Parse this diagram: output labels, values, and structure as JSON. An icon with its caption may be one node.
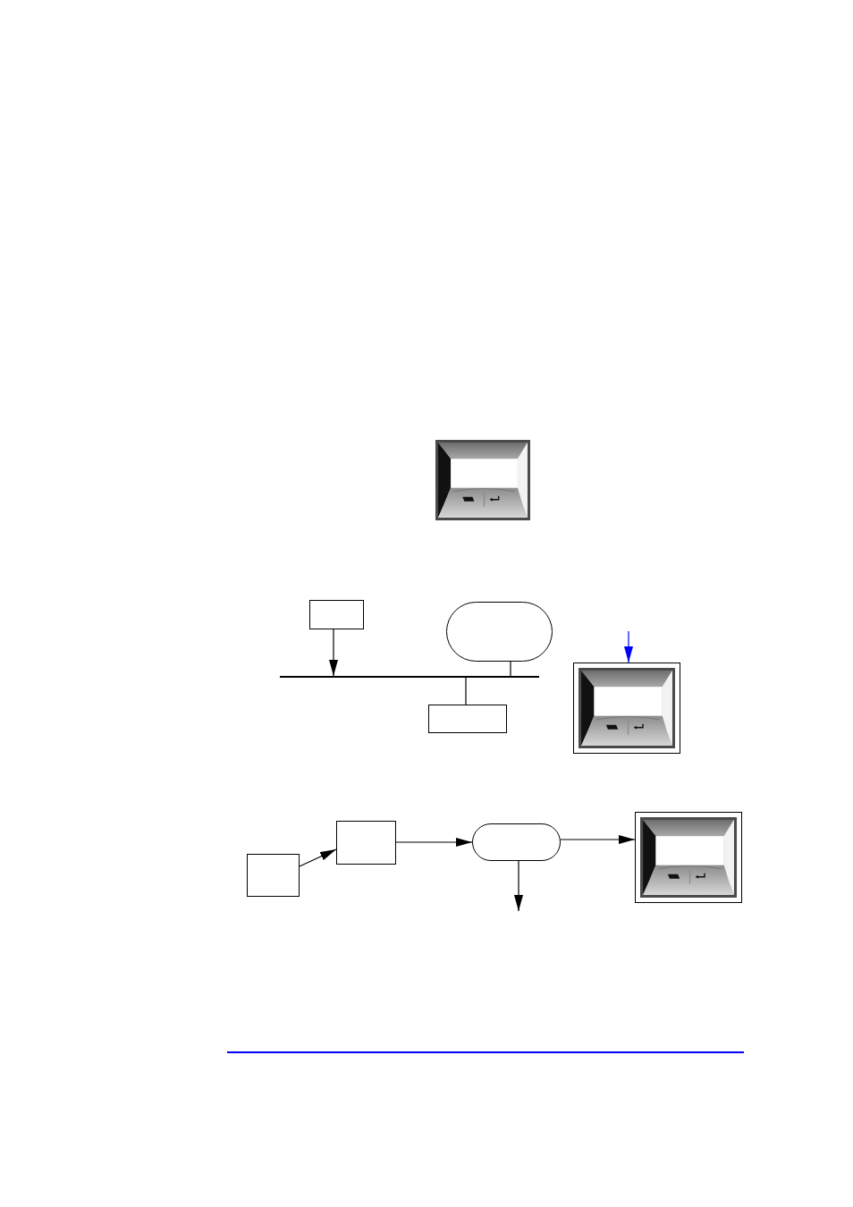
{
  "diagram": {
    "nodes": [
      {
        "text": [],
        "shape": "picture"
      },
      {
        "text": [],
        "shape": "box"
      },
      {
        "text": [],
        "shape": "rounded"
      },
      {
        "text": [],
        "shape": "line"
      },
      {
        "text": [],
        "shape": "box"
      },
      {
        "text": [],
        "shape": "picture"
      },
      {
        "text": [],
        "shape": "box"
      },
      {
        "text": [],
        "shape": "box"
      },
      {
        "text": [],
        "shape": "rounded"
      },
      {
        "text": [],
        "shape": "picture"
      }
    ],
    "edges": [
      {
        "from": 1,
        "to": 3,
        "arrow": "to"
      },
      {
        "from": 2,
        "to": 3,
        "arrow": "none"
      },
      {
        "from": 3,
        "to": 4,
        "arrow": "none"
      },
      {
        "from": null,
        "to": 5,
        "arrow": "to",
        "color": "#0000ff"
      },
      {
        "from": 6,
        "to": 7,
        "arrow": "to"
      },
      {
        "from": 7,
        "to": 8,
        "arrow": "to"
      },
      {
        "from": 8,
        "to": 9,
        "arrow": "to"
      },
      {
        "from": 8,
        "to": null,
        "arrow": "to"
      }
    ]
  }
}
